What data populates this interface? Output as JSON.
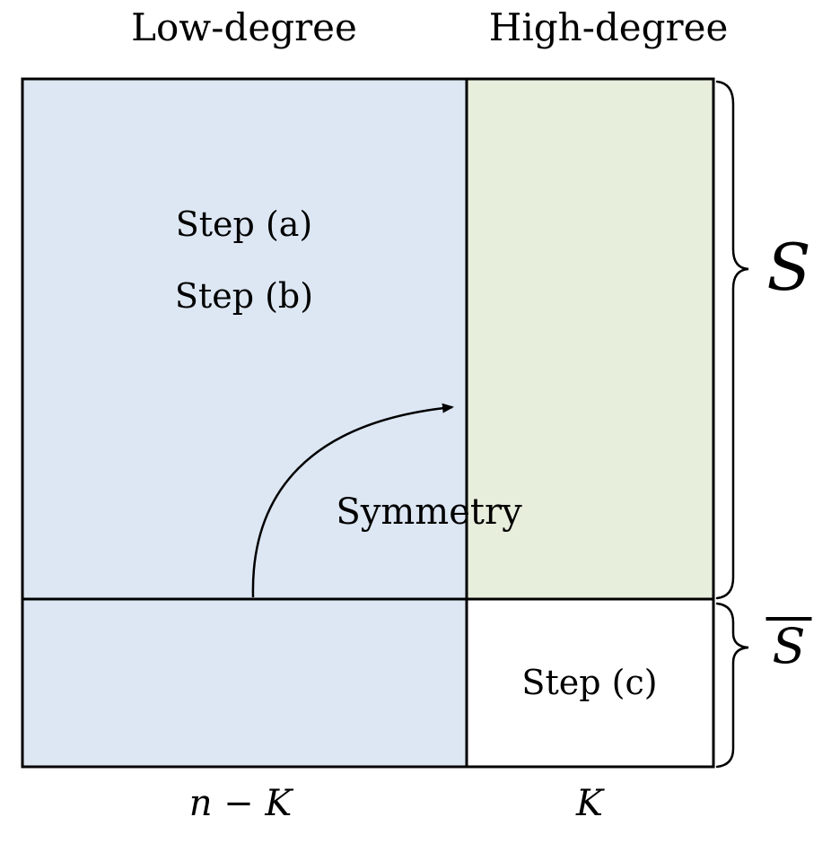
{
  "diagram": {
    "title_labels": {
      "low_degree": "Low-degree",
      "high_degree": "High-degree"
    },
    "regions": {
      "step_a": "Step (a)",
      "step_b": "Step (b)",
      "step_c": "Step (c)"
    },
    "arrow_label": "Symmetry",
    "braces": {
      "top_label": "S",
      "bottom_label": "S"
    },
    "axis_labels": {
      "left_width": "n − K",
      "right_width": "K"
    },
    "colors": {
      "low_degree_fill": "#dde7f3",
      "high_degree_fill": "#e8eedc",
      "line": "#000000",
      "background": "#ffffff"
    }
  }
}
